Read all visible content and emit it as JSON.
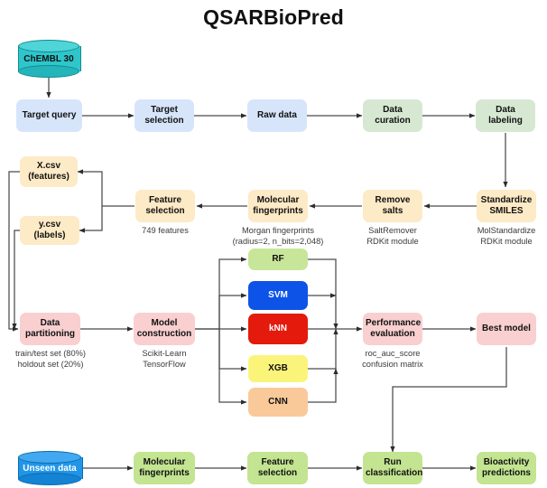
{
  "title": "QSARBioPred",
  "colors": {
    "blue_box": "#d7e5fb",
    "green_box": "#d7e8d2",
    "peach_box": "#fdeac6",
    "pink_box": "#f9cfd0",
    "yellow_green_box": "#c3e490",
    "rf": "#c8e69a",
    "svm": "#0d53e8",
    "knn": "#e31a0c",
    "xgb": "#fbf47a",
    "cnn": "#fac99a",
    "chembl_cylinder": "#2ec6cb",
    "unseen_cylinder": "#2196e8",
    "edge": "#4a4a4a"
  },
  "sources": {
    "chembl": "ChEMBL 30",
    "unseen": "Unseen data"
  },
  "row_data_collection": [
    {
      "label": "Target query"
    },
    {
      "label": "Target\nselection"
    },
    {
      "label": "Raw data"
    },
    {
      "label": "Data curation"
    },
    {
      "label": "Data labeling"
    }
  ],
  "row_preprocessing": [
    {
      "label": "X.csv\n(features)",
      "caption": ""
    },
    {
      "label": "y.csv (labels)",
      "caption": ""
    },
    {
      "label": "Feature\nselection",
      "caption": "749 features"
    },
    {
      "label": "Molecular\nfingerprints",
      "caption": "Morgan fingerprints\n(radius=2, n_bits=2,048)"
    },
    {
      "label": "Remove salts",
      "caption": "SaltRemover\nRDKit module"
    },
    {
      "label": "Standardize\nSMILES",
      "caption": "MolStandardize\nRDKit module"
    }
  ],
  "row_modeling": [
    {
      "label": "Data\npartitioning",
      "caption": "train/test set (80%)\nholdout set (20%)"
    },
    {
      "label": "Model\nconstruction",
      "caption": "Scikit-Learn\nTensorFlow"
    },
    {
      "label": "Performance\nevaluation",
      "caption": "roc_auc_score\nconfusion matrix"
    },
    {
      "label": "Best model",
      "caption": ""
    }
  ],
  "models": [
    {
      "label": "RF"
    },
    {
      "label": "SVM"
    },
    {
      "label": "kNN"
    },
    {
      "label": "XGB"
    },
    {
      "label": "CNN"
    }
  ],
  "row_inference": [
    {
      "label": "Molecular\nfingerprints"
    },
    {
      "label": "Feature\nselection"
    },
    {
      "label": "Run\nclassification"
    },
    {
      "label": "Bioactivity\npredictions"
    }
  ]
}
